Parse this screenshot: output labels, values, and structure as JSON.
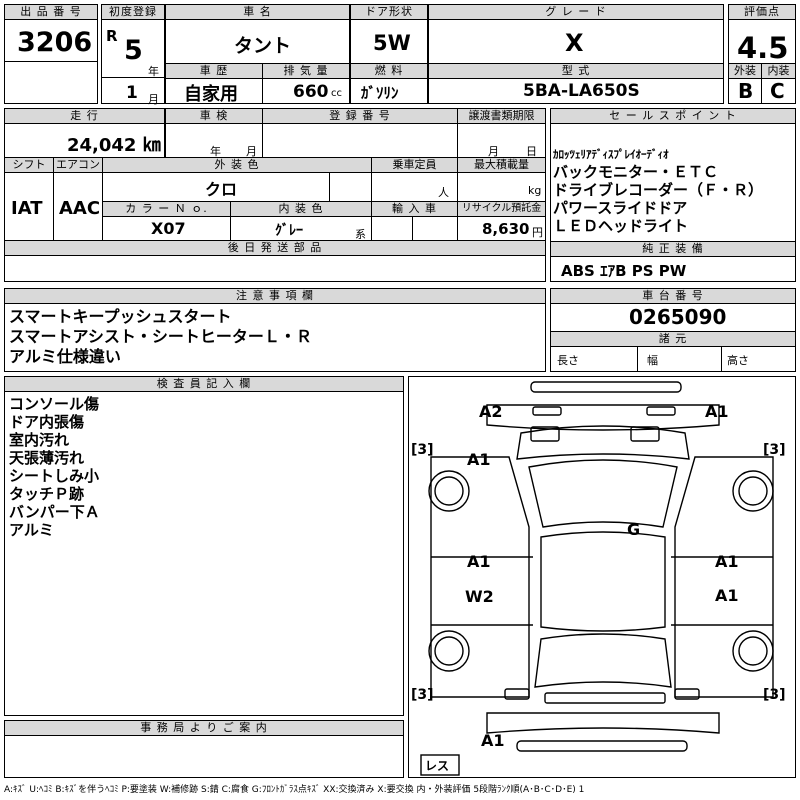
{
  "header": {
    "lot_number_label": "出 品 番 号",
    "lot_number": "3206",
    "first_reg_label": "初度登録",
    "era": "R",
    "reg_year": "5",
    "year_unit": "年",
    "reg_month": "1",
    "month_unit": "月",
    "car_name_label": "車 名",
    "car_name": "タント",
    "door_label": "ドア形状",
    "door": "5W",
    "grade_label": "グ レ ー ド",
    "grade": "X",
    "score_label": "評価点",
    "score": "4.5",
    "history_label": "車 歴",
    "history": "自家用",
    "displacement_label": "排 気 量",
    "displacement": "660",
    "displacement_unit": "cc",
    "fuel_label": "燃 料",
    "fuel": "ｶﾞｿﾘﾝ",
    "model_label": "型 式",
    "model": "5BA-LA650S",
    "exterior_label": "外装",
    "exterior_grade": "B",
    "interior_label": "内装",
    "interior_grade": "C"
  },
  "row2": {
    "mileage_label": "走 行",
    "mileage": "24,042 ㎞",
    "inspection_label": "車 検",
    "inspection_year_unit": "年",
    "inspection_month_unit": "月",
    "reg_no_label": "登 録 番 号",
    "transfer_label": "譲渡書類期限",
    "transfer_month_unit": "月",
    "transfer_day_unit": "日",
    "shift_label": "シフト",
    "shift": "IAT",
    "ac_label": "エアコン",
    "ac": "AAC",
    "ext_color_label": "外 装 色",
    "ext_color": "クロ",
    "capacity_label": "乗車定員",
    "capacity_unit": "人",
    "load_label": "最大積載量",
    "load_unit": "kg",
    "color_no_label": "カ ラ ー Ｎ ｏ.",
    "color_no": "X07",
    "int_color_label": "内 装 色",
    "int_color": "ｸﾞﾚｰ",
    "int_color_suffix": "系",
    "import_label": "輸 入 車",
    "recycle_label": "リサイクル預託金",
    "recycle": "8,630",
    "recycle_unit": "円",
    "later_label": "後 日 発 送 部 品"
  },
  "sales": {
    "label": "セ ー ル ス ポ イ ン ト",
    "points": [
      "ｶﾛｯﾂｪﾘｱﾃﾞｨｽﾌﾟﾚｲｵｰﾃﾞｨｵ",
      "バックモニター・ＥＴＣ",
      "ドライブレコーダー（Ｆ・Ｒ）",
      "パワースライドドア",
      "ＬＥＤヘッドライト"
    ]
  },
  "equipment": {
    "label": "純 正 装 備",
    "items": "ABS ｴｱB PS PW"
  },
  "notes": {
    "label": "注 意 事 項 欄",
    "lines": [
      "スマートキープッシュスタート",
      "スマートアシスト・シートヒーターＬ・Ｒ",
      "アルミ仕様違い"
    ]
  },
  "chassis": {
    "label": "車 台 番 号",
    "number": "0265090",
    "dims_label": "諸 元",
    "length_label": "長さ",
    "width_label": "幅",
    "height_label": "高さ"
  },
  "inspector": {
    "label": "検 査 員 記 入 欄",
    "lines": [
      "コンソール傷",
      "ドア内張傷",
      "室内汚れ",
      "天張薄汚れ",
      "シートしみ小",
      "タッチＰ跡",
      "バンパー下Ａ",
      "アルミ"
    ]
  },
  "office": {
    "label": "事 務 局 よ り ご 案 内"
  },
  "diagram": {
    "marks": {
      "front_left": "A2",
      "front_right": "A1",
      "left_front_fender": "A1",
      "roof": "G",
      "left_front_door": "A1",
      "left_rear_door": "W2",
      "right_front_door": "A1",
      "right_rear_door": "A1",
      "rear": "A1"
    },
    "tires": [
      "3",
      "3",
      "3",
      "3"
    ],
    "spare": "レス"
  },
  "legend": "A:ｷｽﾞ U:ﾍｺﾐ B:ｷｽﾞを伴うﾍｺﾐ P:要塗装 W:補修跡 S:錆 C:腐食 G:ﾌﾛﾝﾄｶﾞﾗｽ点ｷｽﾞ XX:交換済み X:要交換  内・外装評価 5段階ﾗﾝｸ順(A･B･C･D･E) 1"
}
